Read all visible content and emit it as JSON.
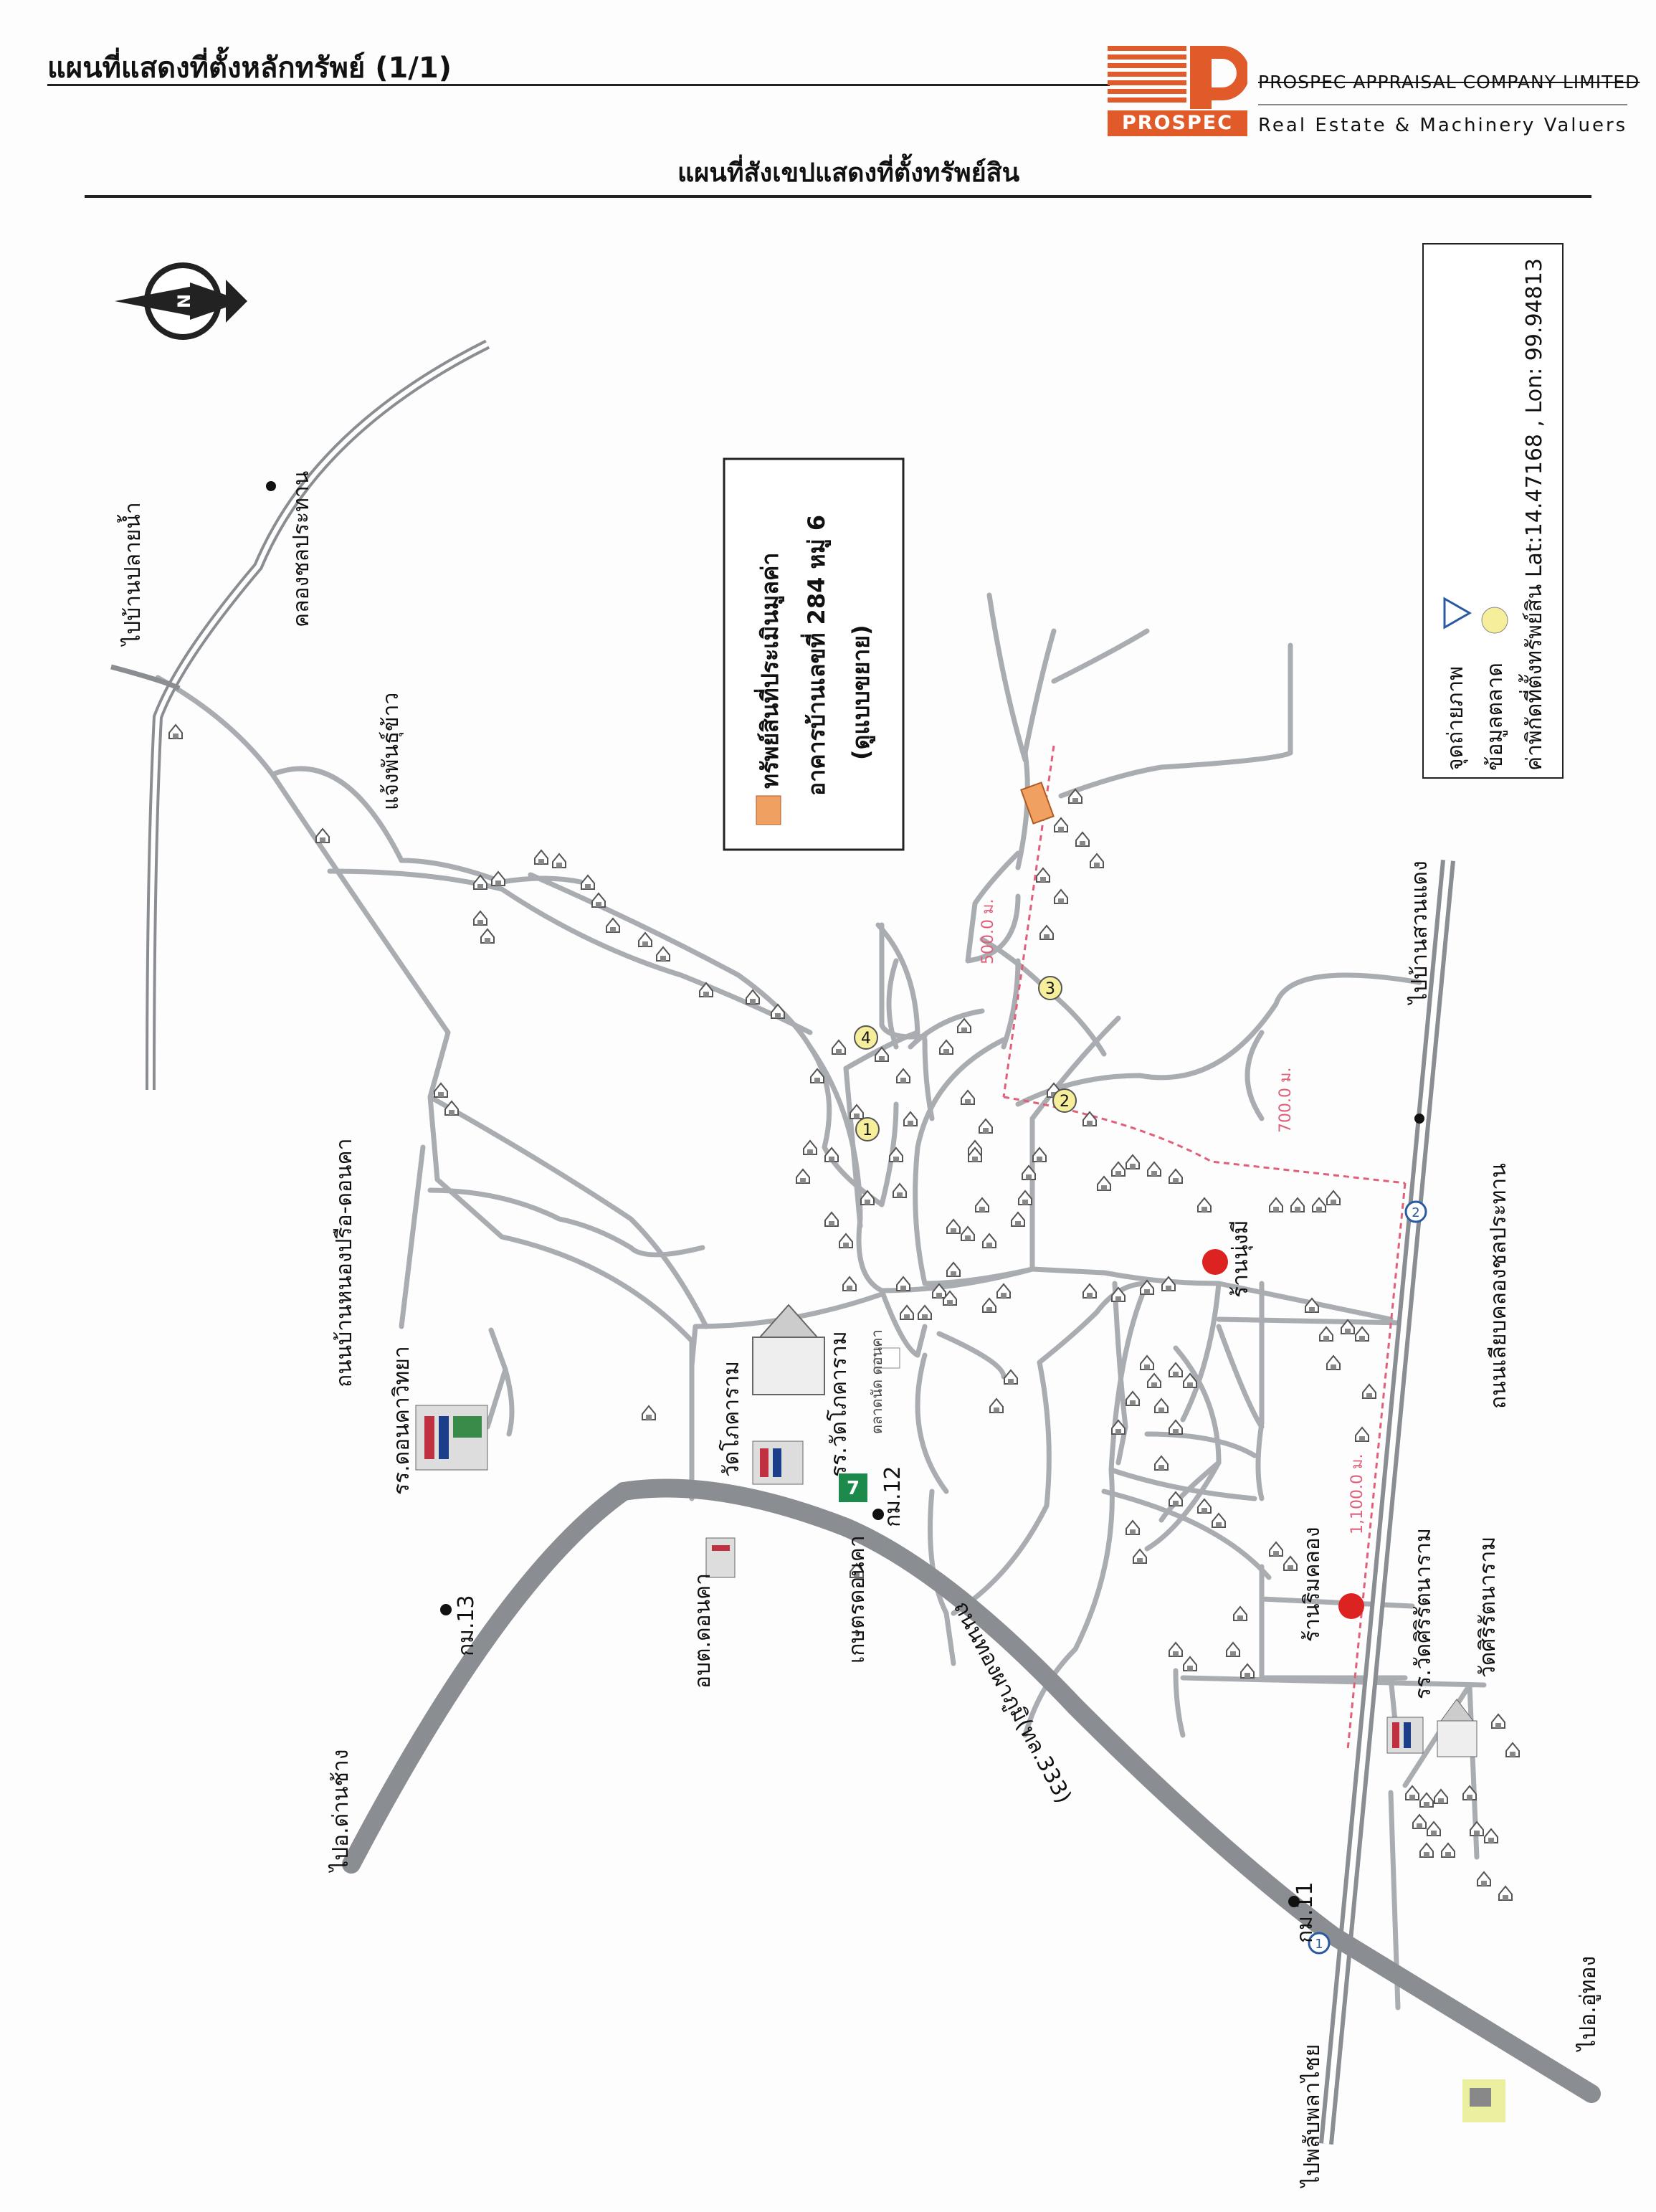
{
  "header": {
    "doc_title": "แผนที่แสดงที่ตั้งหลักทรัพย์ (1/1)",
    "subtitle": "แผนที่สังเขปแสดงที่ตั้งทรัพย์สิน",
    "company_name": "PROSPEC APPRAISAL COMPANY LIMITED",
    "company_tagline": "Real Estate & Machinery Valuers",
    "logo_text": "PROSPEC",
    "logo_color": "#e05a2a"
  },
  "legend_box": {
    "line1": "ทรัพย์สินที่ประเมินมูลค่า",
    "line2": "อาคารบ้านเลขที่ 284 หมู่ 6",
    "line3": "(ดูแบบขยาย)",
    "swatch_color": "#f0a060"
  },
  "key_box": {
    "photo_point": "จุดถ่ายภาพ",
    "market_data": "ข้อมูลตลาด",
    "coords": "ค่าพิกัดที่ตั้งทรัพย์สิน Lat:14.47168 , Lon:  99.94813"
  },
  "compass": {
    "letter": "N"
  },
  "road_labels": {
    "main_highway": "ถนนทองผาภูมิ(ทล.333)",
    "bypass_road": "ถนนเลียบคลองชลประทาน",
    "village_road": "ถนนบ้านหนองปรือ-ดอนคา"
  },
  "destinations": {
    "to_ban_plai_nam": "ไปบ้านปลายน้ำ",
    "to_ban_suan_daeng": "ไปบ้านสวนแดง",
    "to_dan_chang": "ไปอ.ด่านช้าง",
    "to_phlap_phla_chai": "ไปพลับพลาไชย",
    "to_u_thong": "ไปอ.อู่ทอง"
  },
  "km_markers": {
    "km11": "กม.11",
    "km12": "กม.12",
    "km13": "กม.13"
  },
  "places": {
    "irrigation_canal": "คลองชลประทาน",
    "rice_field": "แจ้งพันธุ์ข้าว",
    "don_kha_school": "รร.ดอนคาวิทยา",
    "wat_kokaram": "วัดโภคาราม",
    "wat_kokaram_school": "รร.วัดโภคาราม",
    "don_kha_market": "ตลาดนัด ดอนคา",
    "sao_don_kha": "อบต.ดอนคา",
    "agri_don_kha": "เกษตรดอนคา",
    "ran_nung_mee": "ร้านนุ่งมี",
    "ran_rim_khlong": "ร้านริมคลอง",
    "wat_sirat_school": "รร.วัดศิริรัตนาราม",
    "wat_sirat": "วัดศิริรัตนาราม"
  },
  "distances": {
    "d500": "500.0 ม.",
    "d700": "700.0 ม.",
    "d1100": "1,100.0 ม."
  },
  "market_points": [
    "1",
    "2",
    "3",
    "4"
  ],
  "photo_points": [
    "1",
    "2"
  ],
  "colors": {
    "road": "#8a8d92",
    "road_light": "#a9acb0",
    "distance_line": "#e0607a",
    "marker_yellow": "#f6ee9a",
    "property": "#f0a060"
  }
}
